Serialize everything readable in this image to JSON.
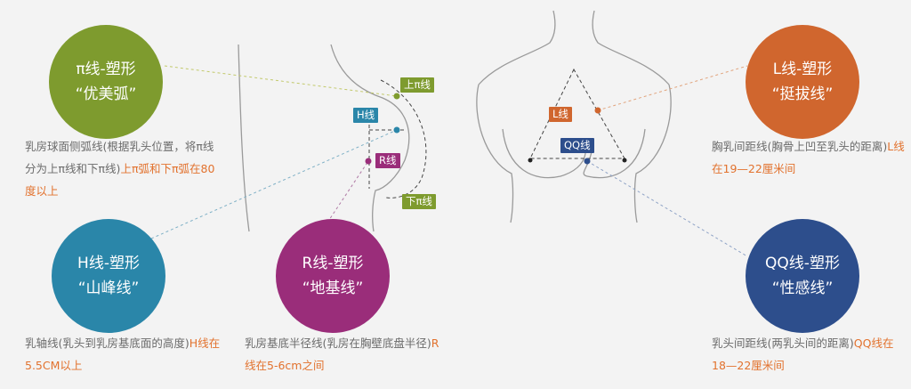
{
  "colors": {
    "pi": "#7e9b2e",
    "h": "#2a86a9",
    "r": "#9a2d7a",
    "l": "#d0662e",
    "qq": "#2d4e8c",
    "highlight": "#e2722e",
    "body_text": "#6b6b6b"
  },
  "pi_line": {
    "title": "π线-塑形",
    "subtitle": "“优美弧”",
    "desc_plain": "乳房球面侧弧线(根据乳头位置，将π线分为上π线和下π线)",
    "desc_highlight": "上π弧和下π弧在80度以上",
    "tag_upper": "上π线",
    "tag_lower": "下π线"
  },
  "h_line": {
    "title": "H线-塑形",
    "subtitle": "“山峰线”",
    "desc_plain": "乳轴线(乳头到乳房基底面的高度)",
    "desc_highlight": "H线在5.5CM以上",
    "tag": "H线"
  },
  "r_line": {
    "title": "R线-塑形",
    "subtitle": "“地基线”",
    "desc_plain": "乳房基底半径线(乳房在胸壁底盘半径)",
    "desc_highlight": "R线在5-6cm之间",
    "tag": "R线"
  },
  "l_line": {
    "title": "L线-塑形",
    "subtitle": "“挺拔线”",
    "desc_plain": "胸乳间距线(胸骨上凹至乳头的距离)",
    "desc_highlight": "L线在19—22厘米间",
    "tag": "L线"
  },
  "qq_line": {
    "title": "QQ线-塑形",
    "subtitle": "“性感线”",
    "desc_plain": "乳头间距线(两乳头间的距离)",
    "desc_highlight": "QQ线在18—22厘米间",
    "tag": "QQ线"
  }
}
